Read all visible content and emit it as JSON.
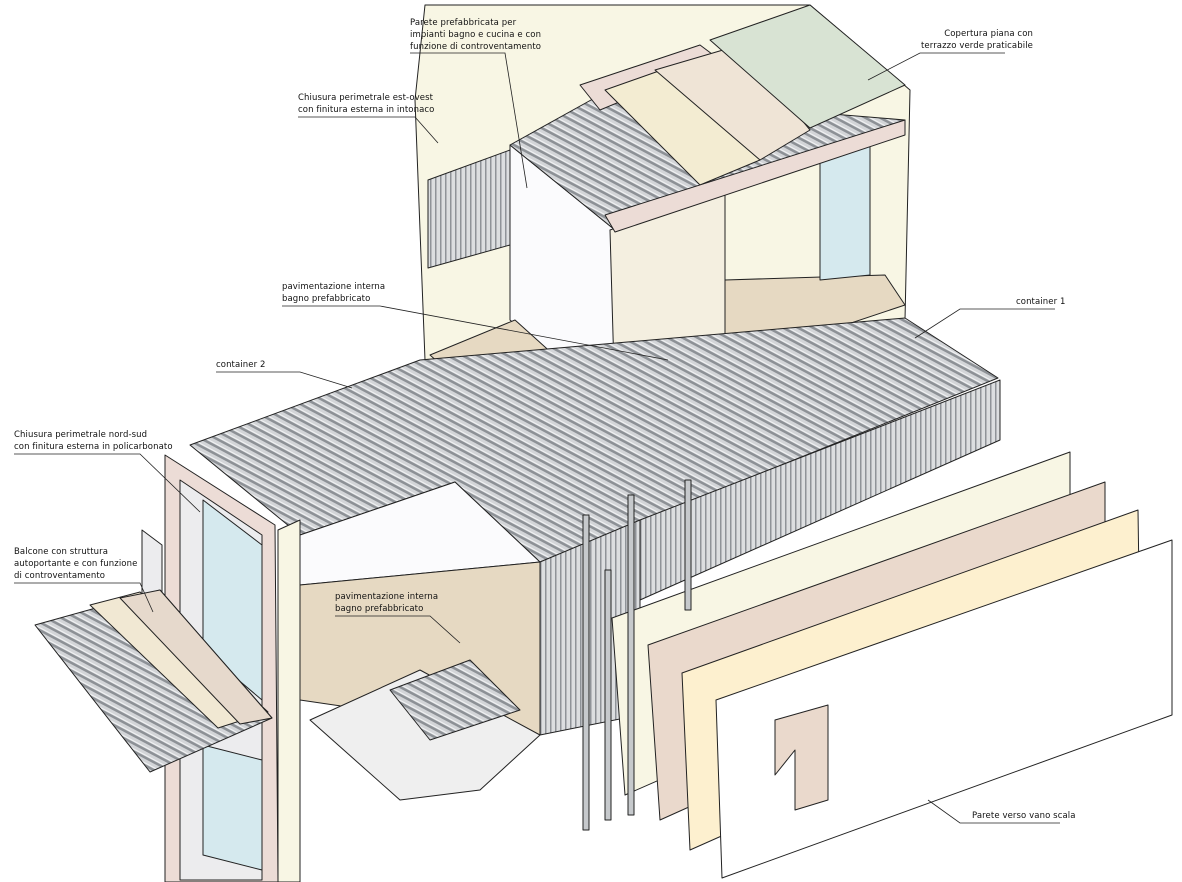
{
  "labels": {
    "parete_prefabbricata": "Parete prefabbricata per\nimpianti bagno e cucina e con\nfunzione di controventamento",
    "copertura": "Copertura piana con\nterrazzo verde praticabile",
    "chiusura_est_ovest": "Chiusura perimetrale est-ovest\ncon finitura esterna in intonaco",
    "pavimentazione_upper": "pavimentazione interna\nbagno prefabbricato",
    "container_1": "container 1",
    "container_2": "container 2",
    "chiusura_nord_sud": "Chiusura perimetrale nord-sud\ncon finitura esterna in policarbonato",
    "balcone": "Balcone con struttura\nautoportante e con funzione\ndi controventamento",
    "pavimentazione_lower": "pavimentazione interna\nbagno prefabbricato",
    "parete_vano_scala": "Parete verso vano scala"
  },
  "colors": {
    "roof_green": "#d8e3d3",
    "floor_beige": "#e6d9c2",
    "pink": "#ecdcd6",
    "cream": "#f8f6e4",
    "yellow": "#fdf0cf",
    "glass": "#d5e9ee",
    "steel": "#b9bcc0"
  }
}
